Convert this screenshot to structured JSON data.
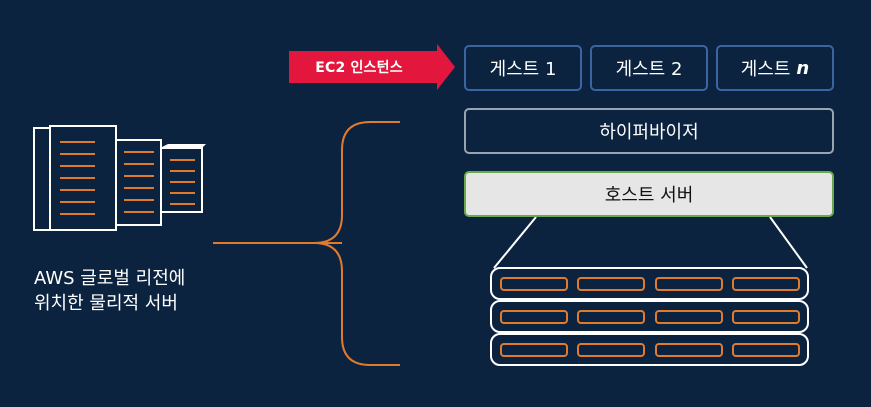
{
  "arrow_label": "EC2 인스턴스",
  "guests": [
    {
      "label": "게스트 1",
      "suffix": ""
    },
    {
      "label": "게스트 2",
      "suffix": ""
    },
    {
      "label": "게스트",
      "suffix": "n"
    }
  ],
  "hypervisor": "하이퍼바이저",
  "host_server": "호스트 서버",
  "caption": {
    "line1": "AWS 글로벌 리전에",
    "line2": "위치한 물리적 서버"
  },
  "colors": {
    "background": "#0c2340",
    "guest_border": "#3b64a3",
    "orange": "#e07b2e",
    "arrow_red": "#e3173e",
    "host_border": "#6aaa4c"
  }
}
